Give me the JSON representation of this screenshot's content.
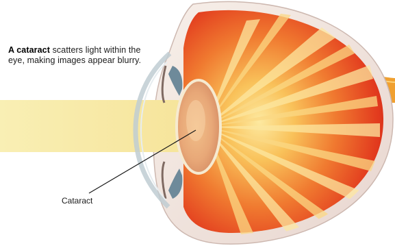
{
  "caption": {
    "bold": "A cataract",
    "rest": " scatters light within the eye, making images appear blurry."
  },
  "labels": {
    "cataract": "Cataract"
  },
  "colors": {
    "light_beam": "#f7ecaa",
    "retina_outer": "#e8532a",
    "retina_inner": "#f5a83c",
    "sclera": "#f2e6e0",
    "lens_cloudy": "#f0b98a",
    "cornea": "#c7d3d8",
    "optic_nerve": "#f0a030"
  }
}
